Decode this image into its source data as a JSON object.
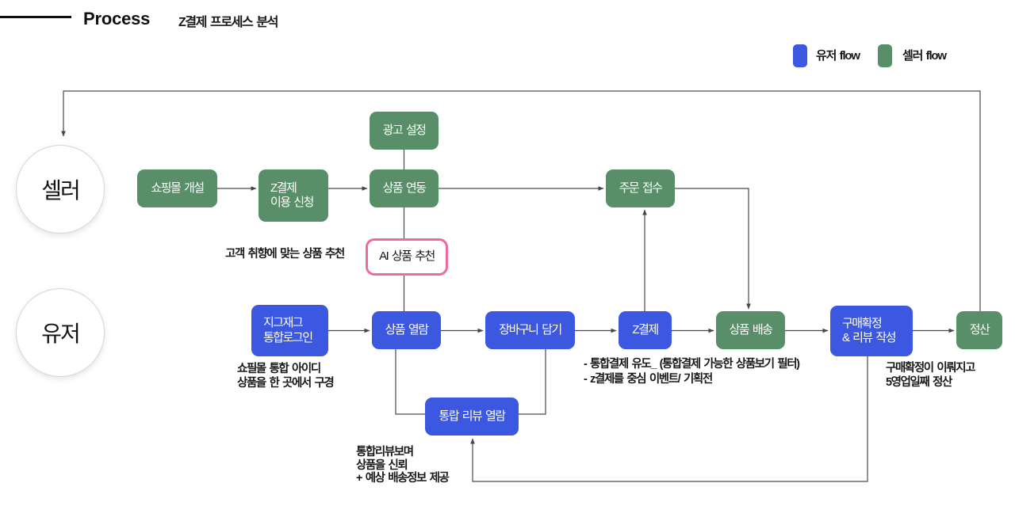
{
  "header": {
    "title": "Process",
    "subtitle": "Z결제 프로세스 분석"
  },
  "legend": {
    "items": [
      {
        "id": "user-flow",
        "label": "유저 flow",
        "color": "#3c58e0"
      },
      {
        "id": "seller-flow",
        "label": "셀러 flow",
        "color": "#588f69"
      }
    ]
  },
  "lanes": {
    "seller": {
      "label": "셀러"
    },
    "user": {
      "label": "유저"
    }
  },
  "colors": {
    "user_flow": "#3c58e0",
    "seller_flow": "#588f69",
    "ai_border": "#ee69a0",
    "connector": "#4a4a4a",
    "text": "#17181a",
    "background": "#ffffff"
  },
  "nodes": {
    "ad": {
      "label": "광고 설정",
      "type": "seller"
    },
    "shop": {
      "label": "쇼핑몰 개설",
      "type": "seller"
    },
    "apply": {
      "label": "Z결제\n이용 신청",
      "type": "seller"
    },
    "link": {
      "label": "상품 연동",
      "type": "seller"
    },
    "order": {
      "label": "주문 접수",
      "type": "seller"
    },
    "ship": {
      "label": "상품 배송",
      "type": "seller"
    },
    "settle": {
      "label": "정산",
      "type": "seller"
    },
    "login": {
      "label": "지그재그\n통합로그인",
      "type": "user"
    },
    "browse": {
      "label": "상품 열람",
      "type": "user"
    },
    "cart": {
      "label": "장바구니 담기",
      "type": "user"
    },
    "zpay": {
      "label": "Z결제",
      "type": "user"
    },
    "confirm": {
      "label": "구매확정\n& 리뷰 작성",
      "type": "user"
    },
    "review": {
      "label": "통랍 리뷰 열람",
      "type": "user"
    },
    "ai": {
      "label": "AI 상품 추천",
      "type": "ai"
    }
  },
  "annotations": {
    "ai_note": "고객 취향에 맞는 상품 추천",
    "login_note": "쇼필몰 통합 아이디\n상품을 한 곳에서 구경",
    "zpay_note": "- 통합결제 유도_ (통합결제 가능한 상품보기 필터)\n- z결제를 중심 이벤트/ 기획전",
    "confirm_note": "구매확정이 이뤄지고\n5영업일째 정산",
    "review_note": "통합리뷰보며\n상품을 신뢰\n+ 예상 배송정보 제공"
  }
}
